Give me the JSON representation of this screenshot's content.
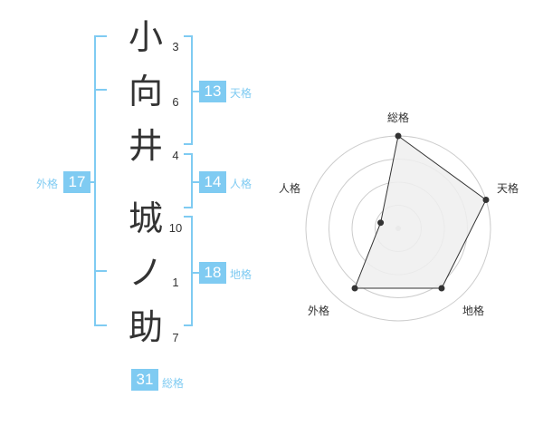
{
  "name": {
    "chars": [
      {
        "char": "小",
        "strokes": "3"
      },
      {
        "char": "向",
        "strokes": "6"
      },
      {
        "char": "井",
        "strokes": "4"
      },
      {
        "char": "城",
        "strokes": "10"
      },
      {
        "char": "ノ",
        "strokes": "1"
      },
      {
        "char": "助",
        "strokes": "7"
      }
    ]
  },
  "scores": {
    "tenkaku": {
      "value": "13",
      "label": "天格"
    },
    "jinkaku": {
      "value": "14",
      "label": "人格"
    },
    "chikaku": {
      "value": "18",
      "label": "地格"
    },
    "gaikaku": {
      "value": "17",
      "label": "外格"
    },
    "soukaku": {
      "value": "31",
      "label": "総格"
    }
  },
  "colors": {
    "accent": "#7fcbf2",
    "text": "#333333",
    "radar_fill": "#efefef"
  },
  "chart_data": {
    "type": "radar",
    "axes": [
      "総格",
      "天格",
      "地格",
      "外格",
      "人格"
    ],
    "values": [
      5,
      5,
      4,
      4,
      1
    ],
    "rmax": 5,
    "rings": 4,
    "grid": true
  }
}
